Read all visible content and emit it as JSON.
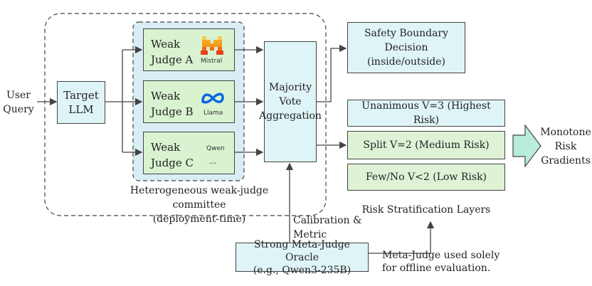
{
  "user_query": [
    "User",
    "Query"
  ],
  "target_llm": [
    "Target",
    "LLM"
  ],
  "judges": [
    {
      "line1": "Weak",
      "line2": "Judge A",
      "brand": "Mistral",
      "icon": "mistral-logo"
    },
    {
      "line1": "Weak",
      "line2": "Judge B",
      "brand": "Llama",
      "icon": "meta-logo"
    },
    {
      "line1": "Weak",
      "line2": "Judge C",
      "brand": "Qwen",
      "extra": "..."
    }
  ],
  "majority": [
    "Majority",
    "Vote",
    "Aggregation"
  ],
  "committee_caption": [
    "Heterogeneous weak-judge committee",
    "(deployment-time)"
  ],
  "safety": [
    "Safety Boundary",
    "Decision",
    "(inside/outside)"
  ],
  "risk_layers": [
    {
      "label": "Unanimous V=3 (Highest Risk)"
    },
    {
      "label": "Split V=2 (Medium Risk)"
    },
    {
      "label": "Few/No V<2 (Low Risk)"
    }
  ],
  "risk_caption": "Risk Stratification Layers",
  "monotone": [
    "Monotone",
    "Risk",
    "Gradients"
  ],
  "calibration": [
    "Calibration &",
    "Metric Computation"
  ],
  "oracle": [
    "Strong Meta-Judge Oracle",
    "(e.g., Qwen3-235B)"
  ],
  "meta_note": [
    "Meta-Judge used solely",
    "for offline evaluation."
  ],
  "colors": {
    "judge_fill": "#d9f2d0",
    "cyan_fill": "#dff4f6",
    "green_fill": "#dff2d6",
    "committee_fill": "#d8eef4",
    "arrow_fill": "#b8ecdc",
    "mistral_orange": "#f39a1b",
    "mistral_red": "#e8421f",
    "meta_blue": "#0a66e4"
  }
}
